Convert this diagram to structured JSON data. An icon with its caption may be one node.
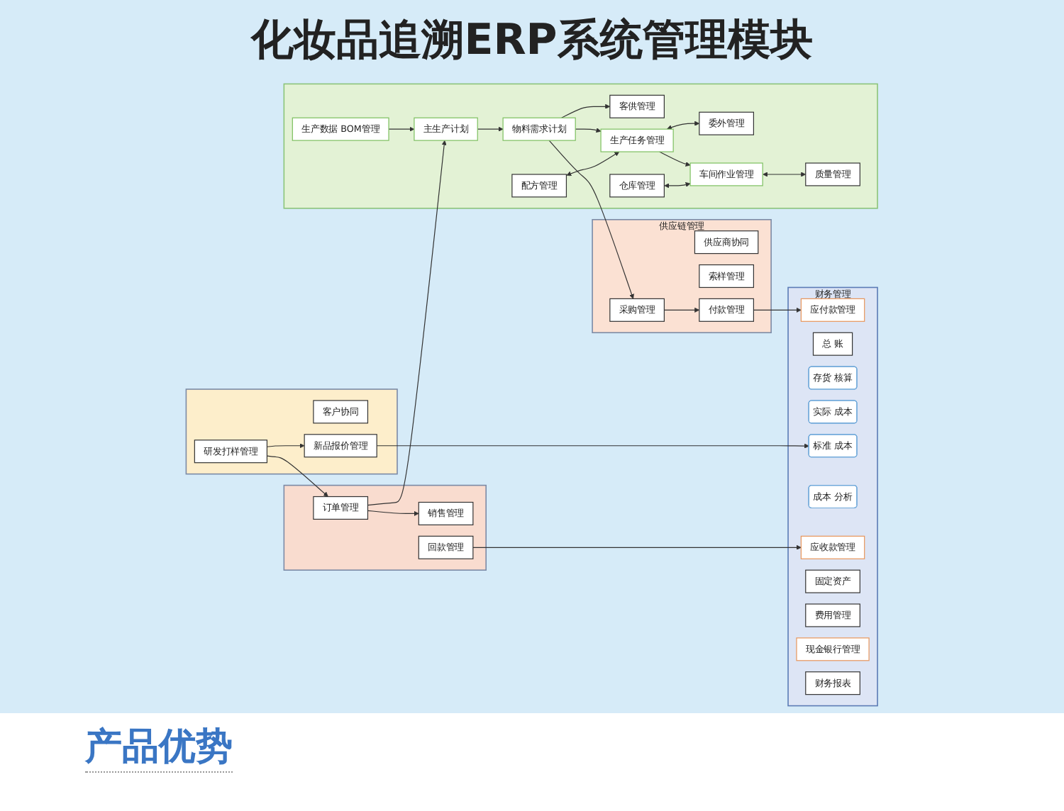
{
  "diagram": {
    "title": "化妆品追溯ERP系统管理模块",
    "nodes": [
      {
        "text": [
          "供应链管理"
        ]
      },
      {
        "text": [
          "供应商协同"
        ],
        "in": 0
      },
      {
        "text": [
          "索样管理"
        ],
        "in": 0
      },
      {
        "text": [
          "采购管理"
        ],
        "in": 0
      },
      {
        "text": [
          "付款管理"
        ],
        "in": 0
      },
      {
        "text": [],
        "shape": "box"
      },
      {
        "text": [
          "生产数据 BOM管理"
        ],
        "in": 5
      },
      {
        "text": [
          "主生产计划"
        ],
        "in": 5
      },
      {
        "text": [
          "物料需求计划"
        ],
        "in": 5
      },
      {
        "text": [
          "客供管理"
        ],
        "in": 5
      },
      {
        "text": [
          "配方管理"
        ],
        "in": 5
      },
      {
        "text": [
          "生产任务管理"
        ],
        "in": 5
      },
      {
        "text": [
          "委外管理"
        ],
        "in": 5
      },
      {
        "text": [
          "仓库管理"
        ],
        "in": 5
      },
      {
        "text": [
          "车间作业管理"
        ],
        "in": 5
      },
      {
        "text": [
          "质量管理"
        ],
        "in": 5
      },
      {
        "text": [],
        "shape": "box"
      },
      {
        "text": [
          "订单管理"
        ],
        "in": 16
      },
      {
        "text": [
          "销售管理"
        ],
        "in": 16
      },
      {
        "text": [
          "回款管理"
        ],
        "in": 16
      },
      {
        "text": [],
        "shape": "box"
      },
      {
        "text": [
          "客户协同"
        ],
        "in": 20
      },
      {
        "text": [
          "研发打样管理"
        ],
        "in": 20
      },
      {
        "text": [
          "新品报价管理"
        ],
        "in": 20
      },
      {
        "text": [
          "财务管理"
        ]
      },
      {
        "text": [
          "应付款管理"
        ],
        "in": 24
      },
      {
        "text": [
          "总 账"
        ],
        "in": 24
      },
      {
        "text": [
          "存货 核算"
        ],
        "in": 24
      },
      {
        "text": [
          "实际 成本"
        ],
        "in": 24
      },
      {
        "text": [
          "标准 成本"
        ],
        "in": 24
      },
      {
        "text": [
          "成本 分析"
        ],
        "in": 24
      },
      {
        "text": [
          "应收款管理"
        ],
        "in": 24
      },
      {
        "text": [
          "固定资产"
        ],
        "in": 24
      },
      {
        "text": [
          "费用管理"
        ],
        "in": 24
      },
      {
        "text": [
          "现金银行管理"
        ],
        "in": 24
      },
      {
        "text": [
          "财务报表"
        ],
        "in": 24
      }
    ],
    "edges": [
      {
        "from": 8,
        "to": 3,
        "arrow": "to"
      },
      {
        "from": 3,
        "to": 4,
        "arrow": "to"
      },
      {
        "from": 4,
        "to": 25,
        "arrow": "to"
      },
      {
        "from": 6,
        "to": 7,
        "arrow": "to"
      },
      {
        "from": 17,
        "to": 7,
        "arrow": "to"
      },
      {
        "from": 7,
        "to": 8,
        "arrow": "to"
      },
      {
        "from": 8,
        "to": 9,
        "arrow": "to"
      },
      {
        "from": 8,
        "to": 11,
        "arrow": "to"
      },
      {
        "from": 10,
        "to": 11,
        "arrow": "both"
      },
      {
        "from": 11,
        "to": 12,
        "arrow": "both"
      },
      {
        "from": 11,
        "to": 14,
        "arrow": "to"
      },
      {
        "from": 13,
        "to": 14,
        "arrow": "both"
      },
      {
        "from": 14,
        "to": 15,
        "arrow": "both"
      },
      {
        "from": 17,
        "to": 18,
        "arrow": "to"
      },
      {
        "from": 22,
        "to": 17,
        "arrow": "to"
      },
      {
        "from": 22,
        "to": 23,
        "arrow": "to"
      },
      {
        "from": 19,
        "to": 31,
        "arrow": "to"
      },
      {
        "from": 23,
        "to": 29,
        "arrow": "to"
      }
    ],
    "labels": [
      "产品优势"
    ]
  }
}
